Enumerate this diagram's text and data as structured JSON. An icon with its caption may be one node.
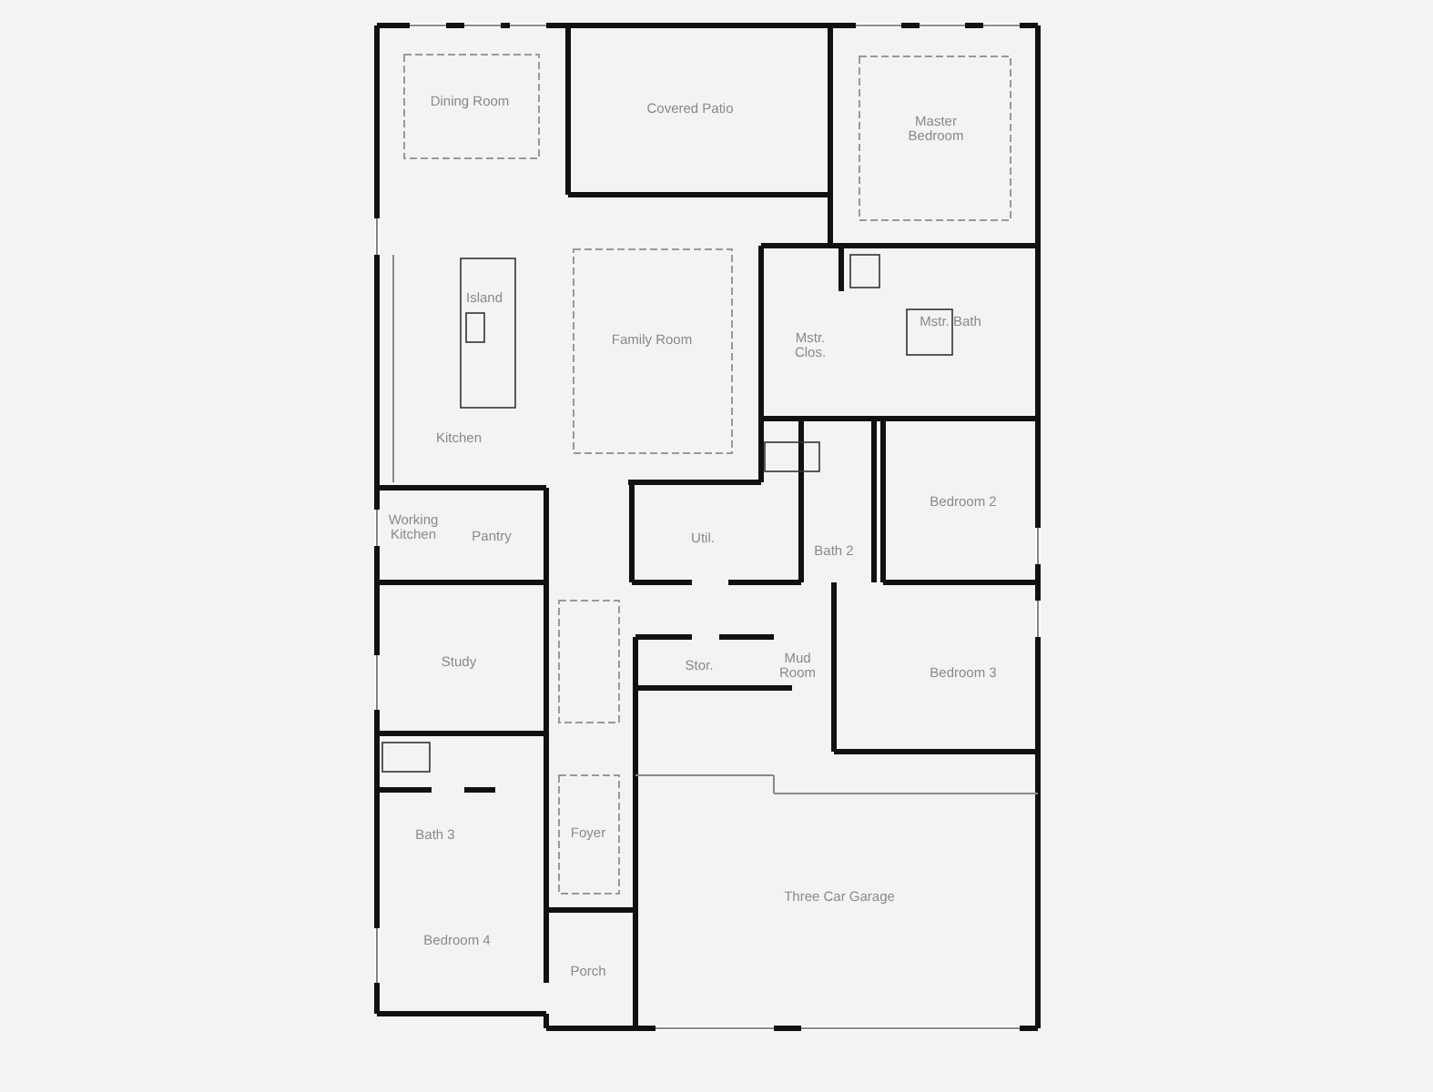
{
  "diagram": {
    "labels": [
      "Dining Room",
      "Covered Patio",
      "Master Bedroom",
      "Island",
      "Family Room",
      "Mstr. Bath",
      "Mstr. Clos.",
      "Kitchen",
      "Bedroom 2",
      "Working Kitchen",
      "Pantry",
      "Util.",
      "Bath 2",
      "Study",
      "Stor.",
      "Mud Room",
      "Bedroom 3",
      "Bath 3",
      "Foyer",
      "Three Car Garage",
      "Bedroom 4",
      "Porch"
    ]
  }
}
